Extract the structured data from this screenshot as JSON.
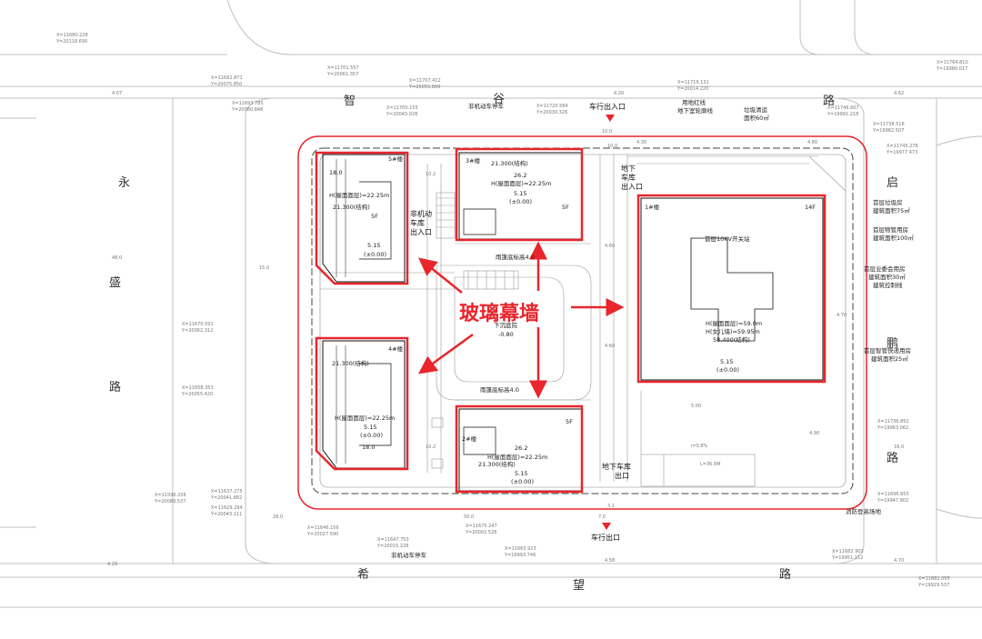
{
  "callout": "玻璃幕墙",
  "roads": {
    "north": [
      "智",
      "谷",
      "路"
    ],
    "west": [
      "永",
      "盛",
      "路"
    ],
    "east": [
      "启",
      "鹏",
      "路"
    ],
    "south": [
      "希",
      "望",
      "路"
    ]
  },
  "entrances": {
    "north": "车行出入口",
    "south": "车行出口",
    "garage_in": [
      "地下",
      "车库",
      "出入口"
    ],
    "garage_out": [
      "地下车库",
      "出口"
    ],
    "bike": [
      "非机动",
      "车库",
      "出入口"
    ]
  },
  "buildings": {
    "b5": {
      "name": "5#楼",
      "dim": "18.0",
      "height": "H(屋面面层)=22.25m",
      "struct": "21.300(结构)",
      "elev": "5.15",
      "zero": "(±0.00)",
      "floors": "5F"
    },
    "b3": {
      "name": "3#楼",
      "struct": "21.300(结构)",
      "dim": "26.2",
      "height": "H(屋面面层)=22.25m",
      "elev": "5.15",
      "zero": "(±0.00)",
      "floors": "5F"
    },
    "b4": {
      "name": "4#楼",
      "struct": "21.300(结构)",
      "height": "H(屋面面层)=22.25m",
      "elev": "5.15",
      "zero": "(±0.00)",
      "dim": "18.0"
    },
    "b2": {
      "name": "2#楼",
      "dim": "26.2",
      "height": "H(屋面面层)=22.25m",
      "struct": "21.300(结构)",
      "elev": "5.15",
      "zero": "(±0.00)",
      "floors": "5F"
    },
    "b1": {
      "name": "1#楼",
      "floors": "14F",
      "function": "首层10KV开关站",
      "height": "H(屋面面层)=59.0m",
      "parapet": "H(女儿墙)=59.95m",
      "struct": "58.400(结构)",
      "elev": "5.15",
      "zero": "(±0.00)"
    }
  },
  "site": {
    "courtyard": "下沉庭院",
    "courtyard_elev": "-0.80",
    "canopy_n": "雨篷底标高4.0",
    "canopy_s": "雨篷底标高4.0"
  },
  "east_notes": [
    "首层垃圾房",
    "建筑面积75㎡",
    "首层物管用房",
    "建筑面积100㎡",
    "首层业委会用房",
    "建筑面积30㎡",
    "建筑控制线",
    "首层智管快递用房",
    "建筑面积25㎡",
    "消防登高场地"
  ],
  "north_notes": [
    "非机动车停车",
    "用地红线",
    "地下室轮廓线",
    "垃圾清运",
    "面积60㎡",
    "非机动车停车"
  ],
  "elevations": [
    "4.07",
    "4.20",
    "4.62",
    "48.0",
    "16.0",
    "4.29",
    "4.58",
    "4.70",
    "15.0",
    "28.0",
    "50.0",
    "7.0",
    "10.0",
    "4.80",
    "4.30",
    "5.00",
    "i=0.8%",
    "L=36.6M",
    "4.60",
    "4.60",
    "4.70",
    "4.90",
    "10.2",
    "10.2",
    "10.0",
    "3.1"
  ],
  "coords": [
    "X=11680.228",
    "Y=20118.695",
    "X=11692.871",
    "Y=20075.850",
    "X=11693.785",
    "Y=20080.848",
    "X=11701.557",
    "Y=20061.357",
    "X=11707.412",
    "Y=20055.809",
    "X=11700.155",
    "Y=20043.028",
    "X=11720.584",
    "Y=20030.326",
    "X=11719.131",
    "Y=20014.220",
    "X=11746.607",
    "Y=19991.218",
    "X=11738.516",
    "Y=19982.507",
    "X=11745.278",
    "Y=19977.473",
    "X=11764.810",
    "Y=19980.017",
    "X=11670.591",
    "Y=20062.312",
    "X=11658.353",
    "Y=20055.420",
    "X=11596.336",
    "Y=20089.537",
    "X=11637.275",
    "Y=20041.882",
    "X=11629.294",
    "Y=20043.111",
    "X=11646.156",
    "Y=20027.590",
    "X=11647.753",
    "Y=20015.228",
    "X=11675.247",
    "Y=20002.528",
    "X=11665.923",
    "Y=19993.746",
    "X=11682.903",
    "Y=19951.112",
    "X=11736.852",
    "Y=19963.062",
    "X=11696.655",
    "Y=19947.802",
    "X=11682.055",
    "Y=19929.537"
  ]
}
